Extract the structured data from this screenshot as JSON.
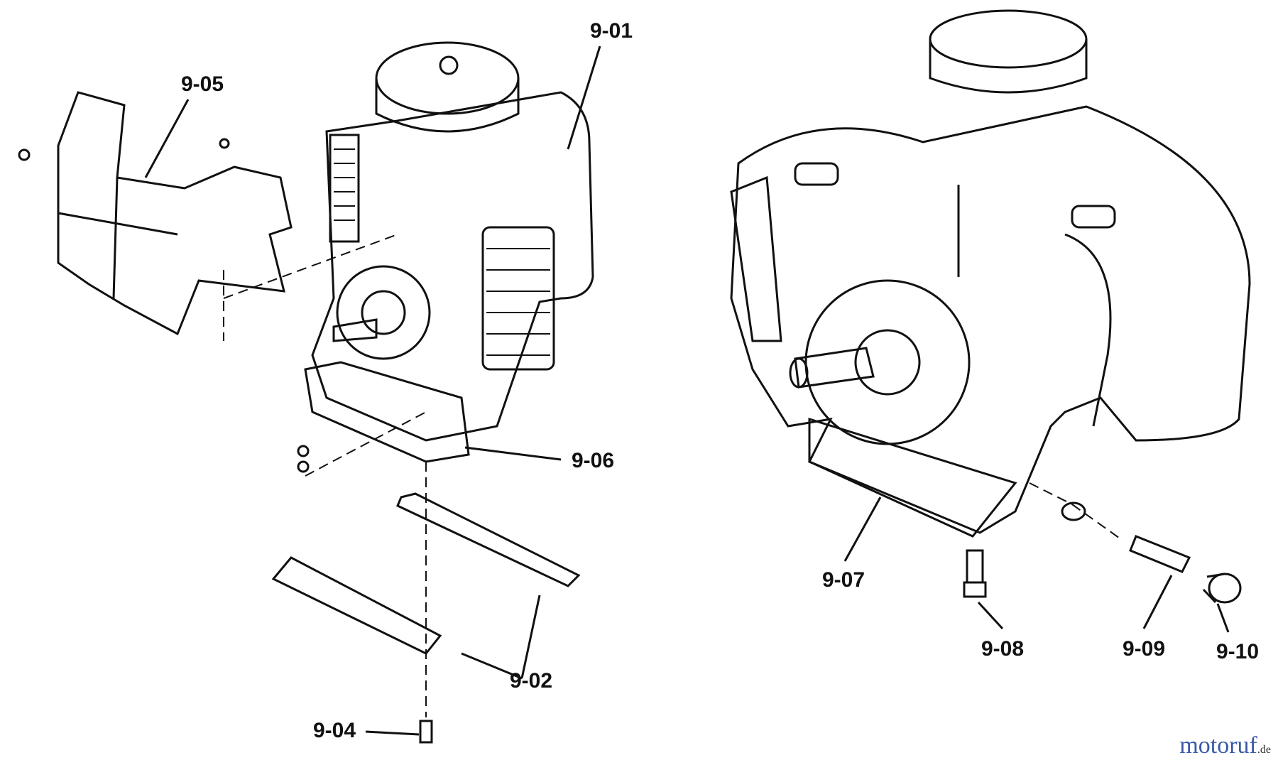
{
  "labels": {
    "p901": "9-01",
    "p902": "9-02",
    "p904": "9-04",
    "p905": "9-05",
    "p906": "9-06",
    "p907": "9-07",
    "p908": "9-08",
    "p909": "9-09",
    "p910": "9-10"
  },
  "watermark": {
    "brand": "motoruf",
    "tld": ".de"
  },
  "colors": {
    "line": "#111111",
    "background": "#ffffff"
  }
}
